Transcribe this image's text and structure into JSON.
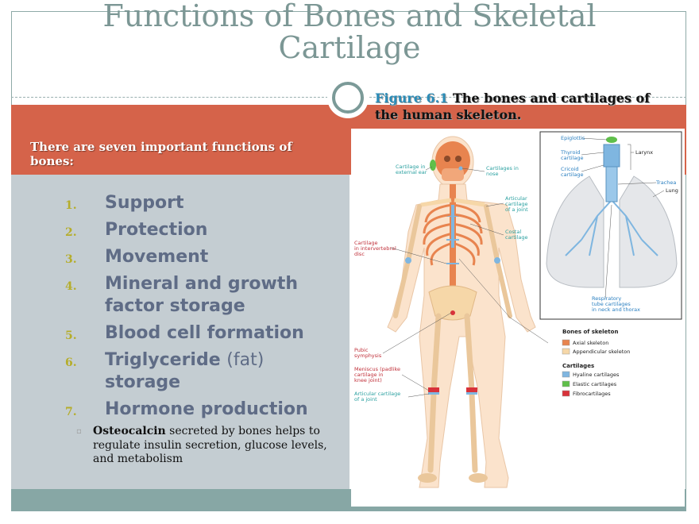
{
  "slide": {
    "title": "Functions of Bones and Skeletal Cartilage",
    "caption_fignum": "Figure 6.1",
    "caption_text": " The bones and cartilages of the human skeleton.",
    "subhead": "There are seven important functions of bones:"
  },
  "functions": [
    {
      "num": "1.",
      "label": "Support"
    },
    {
      "num": "2.",
      "label": "Protection"
    },
    {
      "num": "3.",
      "label": "Movement"
    },
    {
      "num": "4.",
      "label": "Mineral and growth factor storage"
    },
    {
      "num": "5.",
      "label": "Blood cell formation"
    },
    {
      "num": "6.",
      "label_a": "Triglyceride ",
      "label_b": "(fat)",
      "label_c": " storage"
    },
    {
      "num": "7.",
      "label": "Hormone production"
    }
  ],
  "subpoint": {
    "bold": "Osteocalcin",
    "text": " secreted by bones helps to regulate insulin secretion, glucose levels, and metabolism"
  },
  "figure": {
    "labels": {
      "cartilage_ear": [
        "Cartilage in",
        "external ear"
      ],
      "cartilage_nose": [
        "Cartilages in",
        "nose"
      ],
      "articular_joint": [
        "Articular",
        "cartilage",
        "of a joint"
      ],
      "costal": [
        "Costal",
        "cartilage"
      ],
      "intervertebral": [
        "Cartilage",
        "in intervertebral",
        "disc"
      ],
      "pubic": [
        "Pubic",
        "symphysis"
      ],
      "meniscus": [
        "Meniscus (padlike",
        "cartilage in",
        "knee joint)"
      ],
      "articular_knee": [
        "Articular cartilage",
        "of a joint"
      ],
      "epiglottis": "Epiglottis",
      "thyroid": [
        "Thyroid",
        "cartilage"
      ],
      "cricoid": [
        "Cricoid",
        "cartilage"
      ],
      "larynx": "Larynx",
      "trachea": "Trachea",
      "lung": "Lung",
      "respiratory": [
        "Respiratory",
        "tube cartilages",
        "in neck and thorax"
      ]
    },
    "legend": {
      "bones_title": "Bones of skeleton",
      "axial": "Axial skeleton",
      "appendicular": "Appendicular skeleton",
      "cartilages_title": "Cartilages",
      "hyaline": "Hyaline cartilages",
      "elastic": "Elastic cartilages",
      "fibro": "Fibrocartilages"
    },
    "colors": {
      "axial": "#e8844f",
      "appendicular": "#f6d7a8",
      "hyaline": "#7fb6e0",
      "elastic": "#5fbf4a",
      "fibro": "#d8323a"
    }
  }
}
